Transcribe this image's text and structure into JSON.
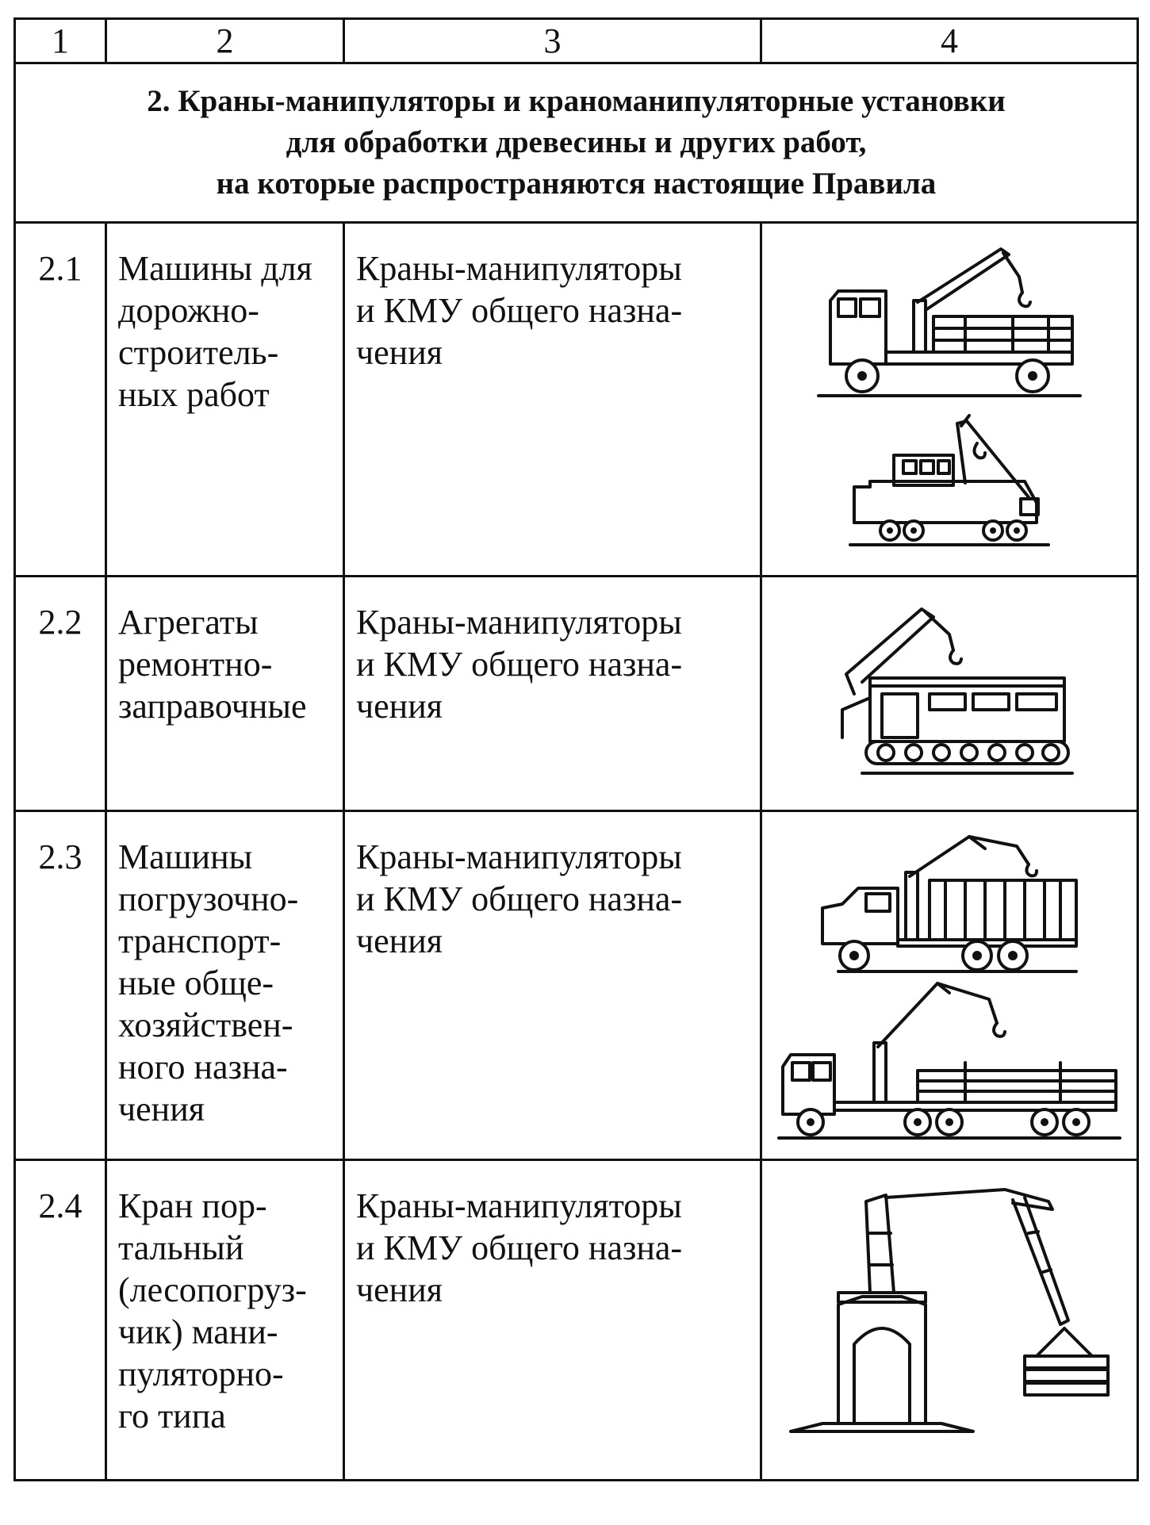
{
  "header": [
    "1",
    "2",
    "3",
    "4"
  ],
  "section_title": [
    "2. Краны-манипуляторы и краноманипуляторные установки",
    "для обработки древесины и других работ,",
    "на которые распространяются настоящие Правила"
  ],
  "rows": [
    {
      "num": "2.1",
      "name": [
        "Машины для",
        "дорожно-",
        "строитель-",
        "ных работ"
      ],
      "type": [
        "Краны-манипуляторы",
        "и КМУ общего назна-",
        "чения"
      ],
      "pictures": [
        "truck-with-timber-crane-illustration",
        "road-construction-machine-with-crane-illustration"
      ]
    },
    {
      "num": "2.2",
      "name": [
        "Агрегаты",
        "ремонтно-",
        "заправочные"
      ],
      "type": [
        "Краны-манипуляторы",
        "и КМУ общего назна-",
        "чения"
      ],
      "pictures": [
        "tracked-vehicle-with-crane-illustration"
      ]
    },
    {
      "num": "2.3",
      "name": [
        "Машины",
        "погрузочно-",
        "транспорт-",
        "ные обще-",
        "хозяйствен-",
        "ного назна-",
        "чения"
      ],
      "type": [
        "Краны-манипуляторы",
        "и КМУ общего назна-",
        "чения"
      ],
      "pictures": [
        "container-truck-with-crane-illustration",
        "timber-trailer-truck-with-crane-illustration"
      ]
    },
    {
      "num": "2.4",
      "name": [
        "Кран пор-",
        "тальный",
        "(лесопогруз-",
        "чик) мани-",
        "пуляторно-",
        "го типа"
      ],
      "type": [
        "Краны-манипуляторы",
        "и КМУ общего назна-",
        "чения"
      ],
      "pictures": [
        "portal-timber-loader-crane-illustration"
      ]
    }
  ]
}
